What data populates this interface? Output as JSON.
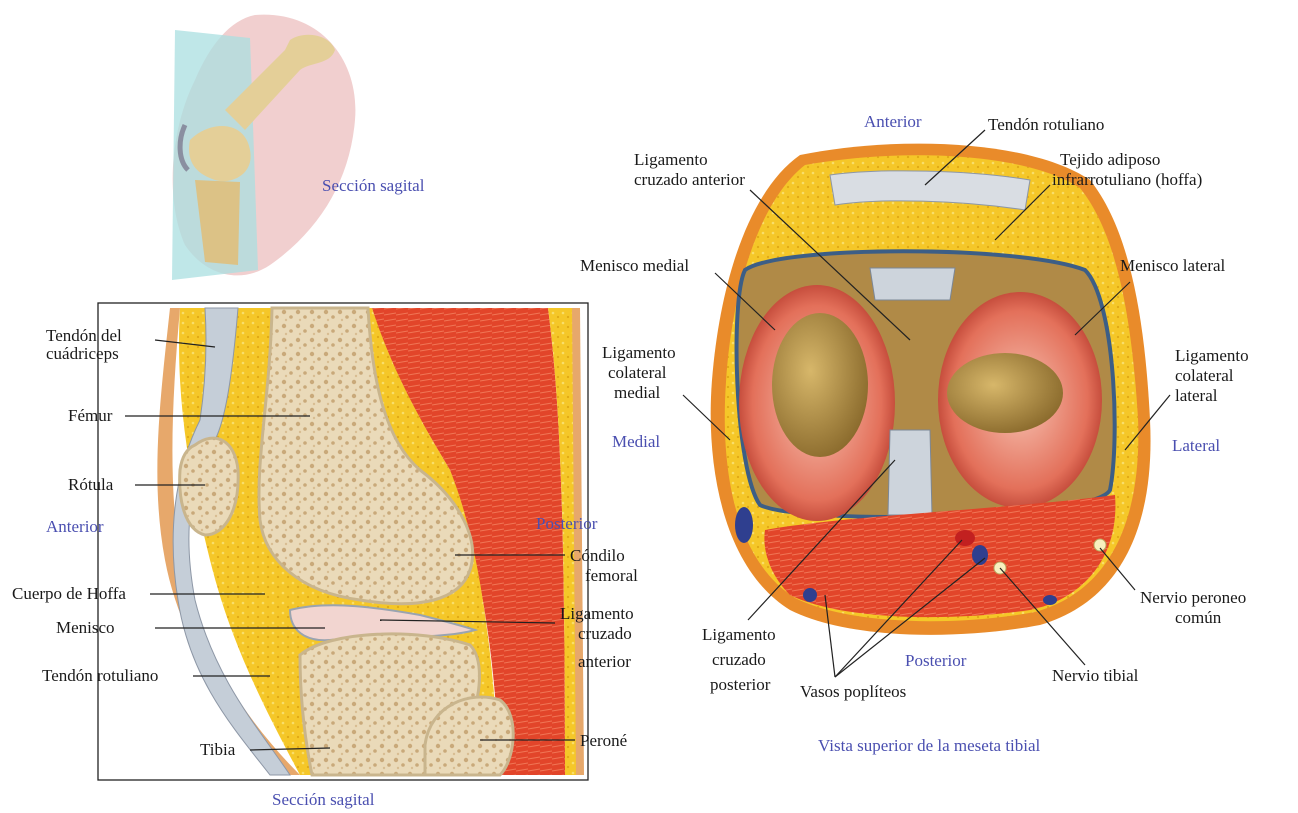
{
  "colors": {
    "label_accent": "#4a4fb0",
    "muscle": "#e2452a",
    "fat": "#f3c525",
    "bone": "#e9d6b6",
    "cartilage": "#cfe3ee"
  },
  "inset": {
    "caption": "Sección sagital"
  },
  "sagittal": {
    "caption": "Sección sagital",
    "labels": {
      "quad_tendon_1": "Tendón del",
      "quad_tendon_2": "cuádriceps",
      "femur": "Fémur",
      "patella": "Rótula",
      "anterior": "Anterior",
      "hoffa": "Cuerpo de Hoffa",
      "meniscus": "Menisco",
      "patellar_tendon": "Tendón rotuliano",
      "tibia": "Tibia",
      "posterior": "Posterior",
      "condyle_1": "Cóndilo",
      "condyle_2": "femoral",
      "acl_1": "Ligamento",
      "acl_2": "cruzado",
      "acl_3": "anterior",
      "fibula": "Peroné"
    }
  },
  "axial": {
    "caption": "Vista superior de la meseta tibial",
    "labels": {
      "anterior": "Anterior",
      "patellar_tendon": "Tendón rotuliano",
      "acl_1": "Ligamento",
      "acl_2": "cruzado anterior",
      "fat_1": "Tejido adiposo",
      "fat_2": "infrarrotuliano (hoffa)",
      "medial_meniscus": "Menisco medial",
      "lateral_meniscus": "Menisco lateral",
      "mcl_1": "Ligamento",
      "mcl_2": "colateral",
      "mcl_3": "medial",
      "lcl_1": "Ligamento",
      "lcl_2": "colateral",
      "lcl_3": "lateral",
      "medial": "Medial",
      "lateral": "Lateral",
      "peroneal_1": "Nervio peroneo",
      "peroneal_2": "común",
      "pcl_1": "Ligamento",
      "pcl_2": "cruzado",
      "pcl_3": "posterior",
      "posterior": "Posterior",
      "tibial_nerve": "Nervio tibial",
      "popliteal": "Vasos poplíteos"
    }
  }
}
